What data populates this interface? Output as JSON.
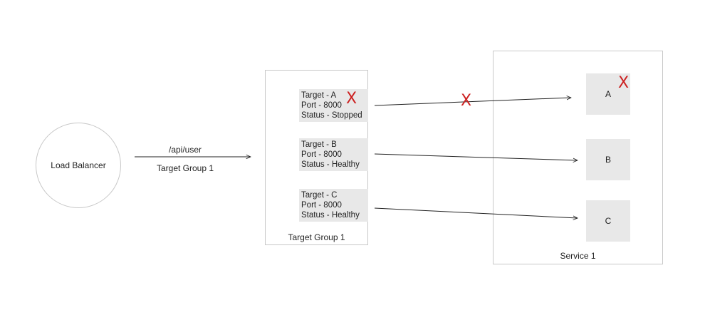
{
  "load_balancer": {
    "label": "Load Balancer"
  },
  "route": {
    "path": "/api/user",
    "target_group": "Target Group 1"
  },
  "target_group": {
    "label": "Target Group 1",
    "targets": [
      {
        "name": "Target - A",
        "port": "Port - 8000",
        "status": "Status - Stopped",
        "failed": true
      },
      {
        "name": "Target - B",
        "port": "Port - 8000",
        "status": "Status - Healthy",
        "failed": false
      },
      {
        "name": "Target - C",
        "port": "Port - 8000",
        "status": "Status - Healthy",
        "failed": false
      }
    ]
  },
  "service": {
    "label": "Service 1",
    "instances": [
      {
        "label": "A",
        "failed": true
      },
      {
        "label": "B",
        "failed": false
      },
      {
        "label": "C",
        "failed": false
      }
    ]
  },
  "failure_mark": "X",
  "colors": {
    "failure": "#cc1f1f",
    "border": "#c8c8c8",
    "box_fill": "#e8e8e8",
    "line": "#222222"
  }
}
